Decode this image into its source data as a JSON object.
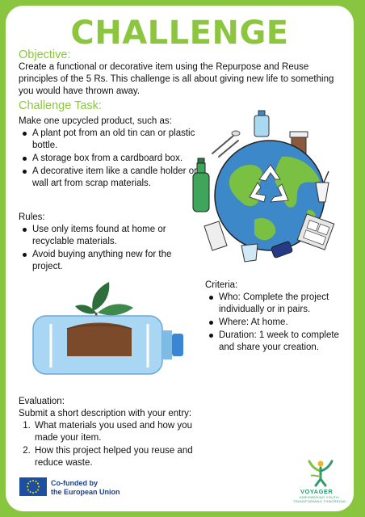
{
  "title": "CHALLENGE",
  "objective": {
    "heading": "Objective:",
    "text": "Create a functional or decorative item using the Repurpose and Reuse principles of the 5 Rs. This challenge is all about giving new life to something you would have thrown away."
  },
  "task": {
    "heading": "Challenge Task:",
    "intro": "Make one upcycled product, such as:",
    "items": [
      "A plant pot from an old tin can or plastic bottle.",
      "A storage box from a cardboard box.",
      "A decorative item like a candle holder or wall art from scrap materials."
    ]
  },
  "rules": {
    "label": "Rules:",
    "items": [
      "Use only items found at home or recyclable materials.",
      "Avoid buying anything new for the project."
    ]
  },
  "criteria": {
    "label": "Criteria:",
    "items": [
      "Who: Complete the project individually or in pairs.",
      "Where: At home.",
      "Duration: 1 week to complete and share your creation."
    ]
  },
  "evaluation": {
    "label": "Evaluation:",
    "intro": "Submit a short description with your entry:",
    "items": [
      "What materials you used and how you made your item.",
      "How this project helped you reuse and reduce waste."
    ]
  },
  "footer": {
    "eu_line1": "Co-funded by",
    "eu_line2": "the European Union",
    "voyager_name": "VOYAGER",
    "voyager_tagline": "EMPOWERING YOUTH, TRANSFORMING TOMORROW!"
  },
  "colors": {
    "accent_green": "#8cc63f",
    "earth_blue": "#3c88c8",
    "earth_green": "#7ac043",
    "eu_blue": "#1d4fa0",
    "voyager_green": "#2c9a6d"
  }
}
